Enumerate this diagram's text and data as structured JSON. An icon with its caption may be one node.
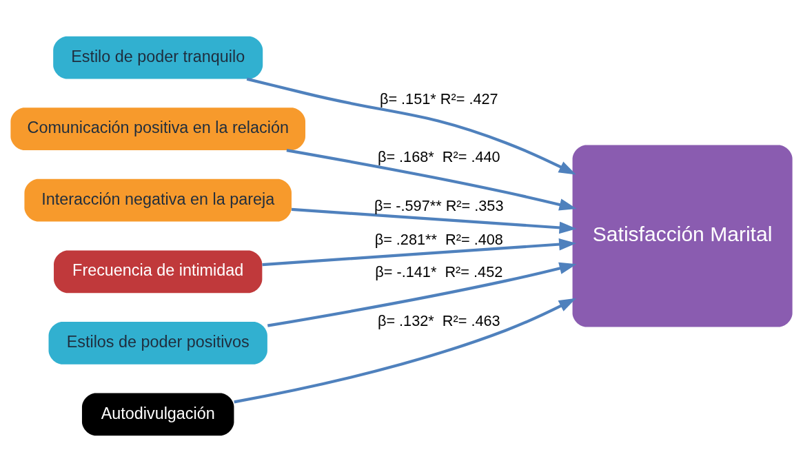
{
  "diagram": {
    "nodes": [
      {
        "text": [
          "Estilo de poder tranquilo"
        ]
      },
      {
        "text": [
          "Comunicación positiva en la relación"
        ]
      },
      {
        "text": [
          "Interacción negativa en la pareja"
        ]
      },
      {
        "text": [
          "Frecuencia de intimidad"
        ]
      },
      {
        "text": [
          "Satisfacción Marital"
        ]
      },
      {
        "text": [
          "Estilos de poder positivos"
        ]
      },
      {
        "text": [
          "Autodivulgación"
        ]
      }
    ],
    "edges": [
      {
        "from": 0,
        "to": 4,
        "arrow": "to",
        "label": "β= .151* R²= .427"
      },
      {
        "from": 1,
        "to": 4,
        "arrow": "to",
        "label": "β= .168*  R²= .440"
      },
      {
        "from": 2,
        "to": 4,
        "arrow": "to",
        "label": "β= -.597** R²= .353"
      },
      {
        "from": 3,
        "to": 4,
        "arrow": "to",
        "label": "β= .281**  R²= .408"
      },
      {
        "from": 5,
        "to": 4,
        "arrow": "to",
        "label": "β= -.141*  R²= .452"
      },
      {
        "from": 6,
        "to": 4,
        "arrow": "to",
        "label": "β= .132*  R²= .463"
      }
    ]
  }
}
